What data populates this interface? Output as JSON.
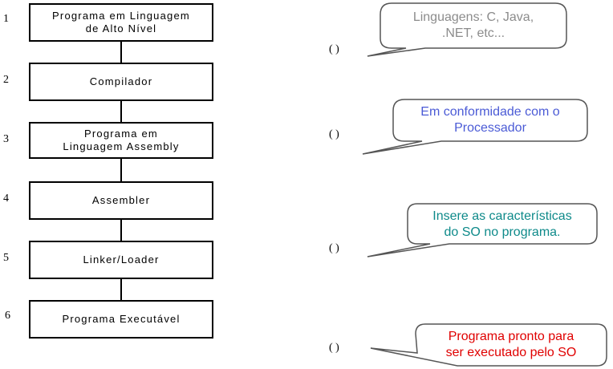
{
  "steps": [
    {
      "num": "1",
      "line1": "Programa em Linguagem",
      "line2": "de Alto Nível"
    },
    {
      "num": "2",
      "line1": "Compilador",
      "line2": ""
    },
    {
      "num": "3",
      "line1": "Programa em",
      "line2": "Linguagem Assembly"
    },
    {
      "num": "4",
      "line1": "Assembler",
      "line2": ""
    },
    {
      "num": "5",
      "line1": "Linker/Loader",
      "line2": ""
    },
    {
      "num": "6",
      "line1": "Programa Executável",
      "line2": ""
    }
  ],
  "paren": "(    )",
  "callouts": [
    {
      "line1": "Linguagens: C, Java,",
      "line2": ".NET, etc...",
      "color": "#8c8c8c"
    },
    {
      "line1": "Em conformidade com o",
      "line2": "Processador",
      "color": "#4b5bd6"
    },
    {
      "line1": "Insere as características",
      "line2": "do SO no programa.",
      "color": "#0e8a8a"
    },
    {
      "line1": "Programa pronto para",
      "line2": "ser executado pelo SO",
      "color": "#e00000"
    }
  ]
}
